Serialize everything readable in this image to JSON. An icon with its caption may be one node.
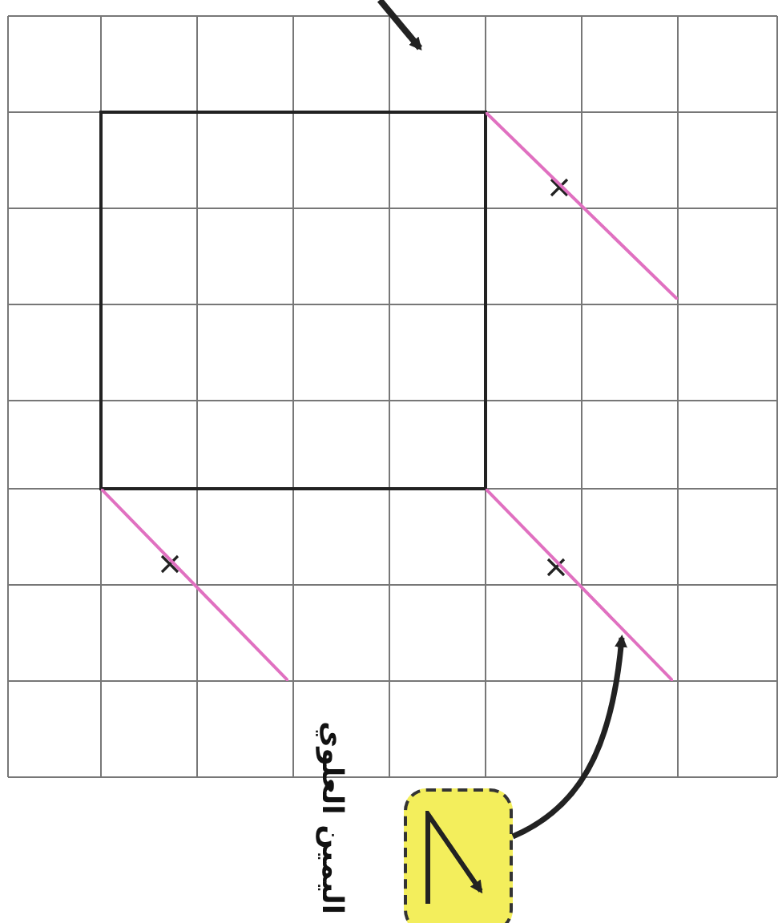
{
  "diagram": {
    "nodes": [
      {
        "text": [],
        "shape": "square"
      },
      {
        "text": [],
        "shape": "line"
      },
      {
        "text": [],
        "shape": "line"
      },
      {
        "text": [],
        "shape": "line"
      },
      {
        "text": [],
        "shape": "box"
      }
    ],
    "edges": [
      {
        "from": 4,
        "to": 3,
        "arrow": "to"
      }
    ],
    "labels": [
      "اليمين العلوي"
    ]
  }
}
